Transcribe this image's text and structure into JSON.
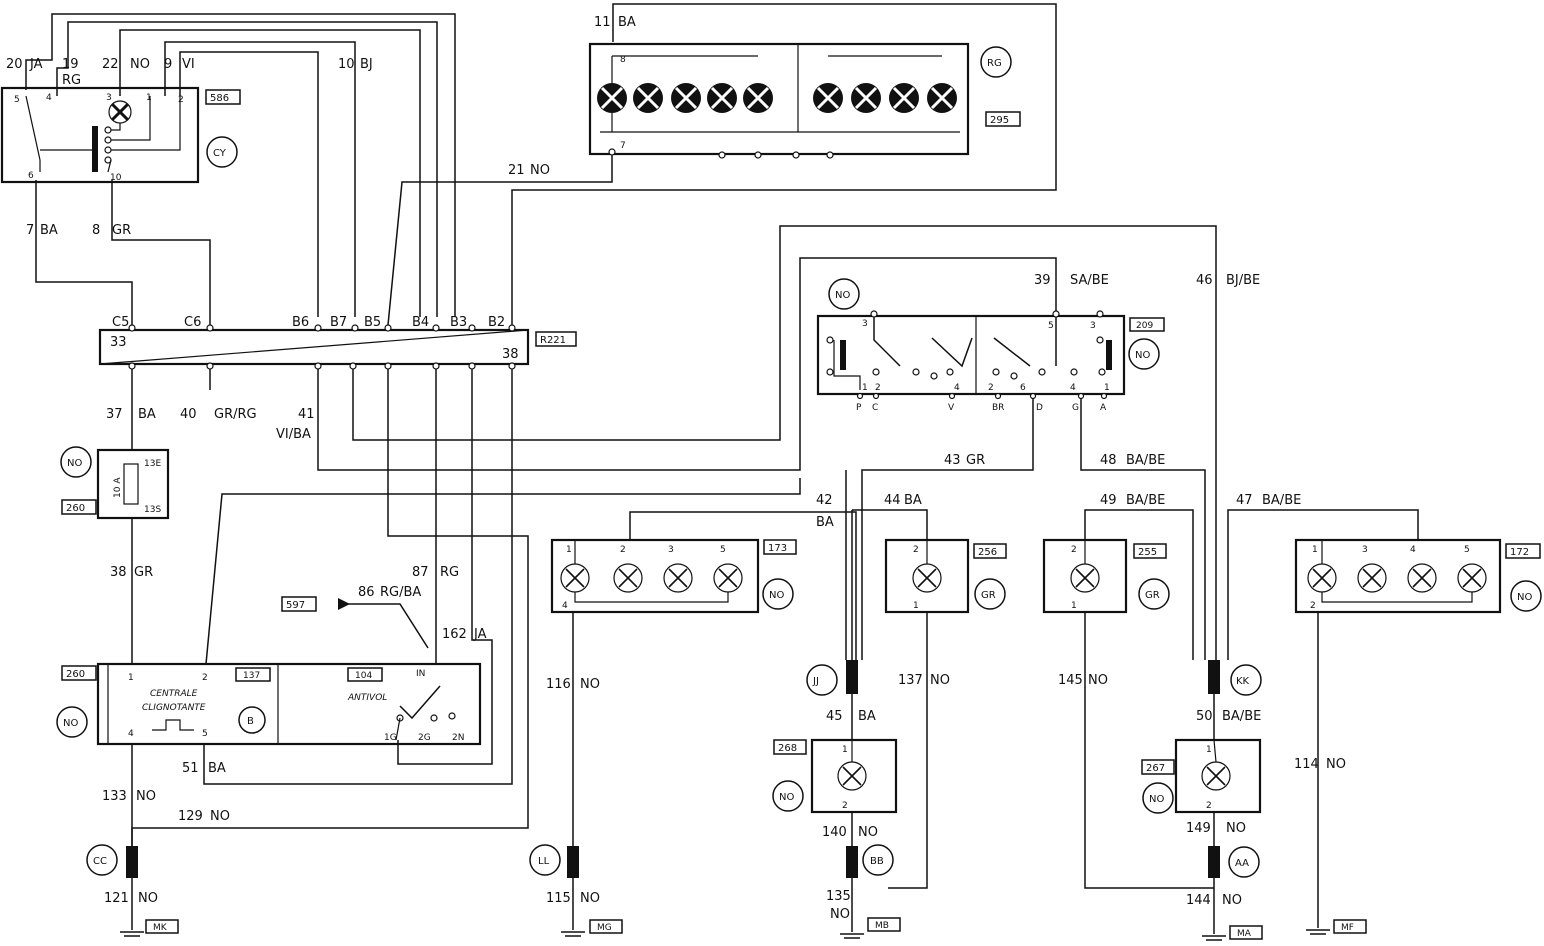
{
  "wire_labels": {
    "w20": "20",
    "w20c": "JA",
    "w19": "19",
    "w19c": "RG",
    "w22": "22",
    "w22c": "NO",
    "w9": "9",
    "w9c": "VI",
    "w10": "10",
    "w10c": "BJ",
    "w11": "11",
    "w11c": "BA",
    "w21": "21",
    "w21c": "NO",
    "w7": "7",
    "w7c": "BA",
    "w8": "8",
    "w8c": "GR",
    "w39": "39",
    "w39c": "SA/BE",
    "w46": "46",
    "w46c": "BJ/BE",
    "w37": "37",
    "w37c": "BA",
    "w40": "40",
    "w40c": "GR/RG",
    "w41": "41",
    "w41c": "VI/BA",
    "w43": "43",
    "w43c": "GR",
    "w48": "48",
    "w48c": "BA/BE",
    "w42": "42",
    "w42c": "BA",
    "w44": "44",
    "w44c": "BA",
    "w49": "49",
    "w49c": "BA/BE",
    "w47": "47",
    "w47c": "BA/BE",
    "w38": "38",
    "w38c": "GR",
    "w87": "87",
    "w87c": "RG",
    "w86": "86",
    "w86c": "RG/BA",
    "w162": "162",
    "w162c": "JA",
    "w116": "116",
    "w116c": "NO",
    "w137": "137",
    "w137c": "NO",
    "w145": "145",
    "w145c": "NO",
    "w45": "45",
    "w45c": "BA",
    "w50": "50",
    "w50c": "BA/BE",
    "w114": "114",
    "w114c": "NO",
    "w51": "51",
    "w51c": "BA",
    "w133": "133",
    "w133c": "NO",
    "w129": "129",
    "w129c": "NO",
    "w140": "140",
    "w140c": "NO",
    "w149": "149",
    "w149c": "NO",
    "w121": "121",
    "w121c": "NO",
    "w115": "115",
    "w115c": "NO",
    "w135": "135",
    "w135c": "NO",
    "w144": "144",
    "w144c": "NO"
  },
  "component_tags": {
    "c586": "586",
    "c295": "295",
    "cR221": "R221",
    "c209": "209",
    "c260a": "260",
    "c260b": "260",
    "c137": "137",
    "c104": "104",
    "c597": "597",
    "c173": "173",
    "c256": "256",
    "c255": "255",
    "c172": "172",
    "c268": "268",
    "c267": "267"
  },
  "circle_tags": {
    "CY": "CY",
    "RG": "RG",
    "NO_sw_top": "NO",
    "NO_sw_right": "NO",
    "NO_fuse": "NO",
    "B": "B",
    "NO_centrale": "NO",
    "NO_173": "NO",
    "GR_256": "GR",
    "GR_255": "GR",
    "NO_172": "NO",
    "JJ": "JJ",
    "KK": "KK",
    "NO_268": "NO",
    "NO_267": "NO",
    "CC": "CC",
    "LL": "LL",
    "BB": "BB",
    "AA": "AA"
  },
  "ground_tags": {
    "MK": "MK",
    "MG": "MG",
    "MB": "MB",
    "MA": "MA",
    "MF": "MF"
  },
  "connector_pins": {
    "C5": "C5",
    "C6": "C6",
    "B6": "B6",
    "B7": "B7",
    "B5": "B5",
    "B4": "B4",
    "B3": "B3",
    "B2": "B2",
    "p33": "33",
    "p38": "38"
  },
  "relay_pins": {
    "p5": "5",
    "p4": "4",
    "p3": "3",
    "p1": "1",
    "p2": "2",
    "p6": "6",
    "p10": "10"
  },
  "switch_pins": {
    "s3a": "3",
    "s5": "5",
    "s3b": "3",
    "s1a": "1",
    "s2a": "2",
    "s4a": "4",
    "s2b": "2",
    "s6": "6",
    "s4b": "4",
    "s1b": "1",
    "sP": "P",
    "sC": "C",
    "sV": "V",
    "sBR": "BR",
    "sD": "D",
    "sG": "G",
    "sA": "A"
  },
  "fuse": {
    "rating": "10 A",
    "in": "13E",
    "out": "13S"
  },
  "centrale": {
    "line1": "CENTRALE",
    "line2": "CLIGNOTANTE",
    "p1": "1",
    "p2": "2",
    "p4": "4",
    "p5": "5",
    "antivol": "ANTIVOL",
    "pIN": "IN",
    "p1G": "1G",
    "p2G": "2G",
    "p2N": "2N"
  },
  "lamp_pins": {
    "a1": "1",
    "a2": "2",
    "a3": "3",
    "a5": "5",
    "a4": "4",
    "b1": "1",
    "b2": "2",
    "c1": "1",
    "c2": "2",
    "d1": "1",
    "d3": "3",
    "d4": "4",
    "d5": "5",
    "d2": "2",
    "e1": "1",
    "e2": "2",
    "f1": "1",
    "f2": "2",
    "g8": "8",
    "g7": "7"
  }
}
